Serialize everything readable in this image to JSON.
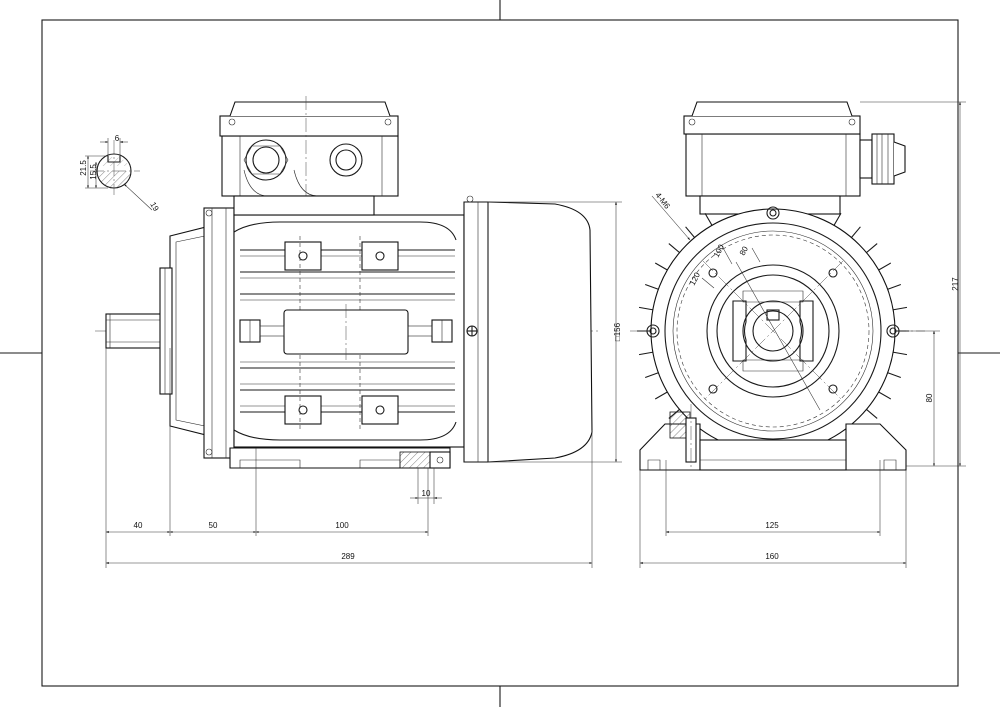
{
  "dimensions": {
    "shaft_overhang": "40",
    "flange_to_foot": "50",
    "foot_spacing_side": "100",
    "foot_width": "10",
    "overall_length": "289",
    "frame_square": "156",
    "foot_spacing_front": "125",
    "overall_width": "160",
    "shaft_height": "80",
    "overall_height": "217",
    "key_width": "6",
    "key_height": "21.5",
    "shaft_keyway": "15.5",
    "shaft_diameter": "19",
    "flange_holes": "4-M6",
    "pcd_small": "80",
    "pcd_mid": "100",
    "pcd_large": "120"
  }
}
